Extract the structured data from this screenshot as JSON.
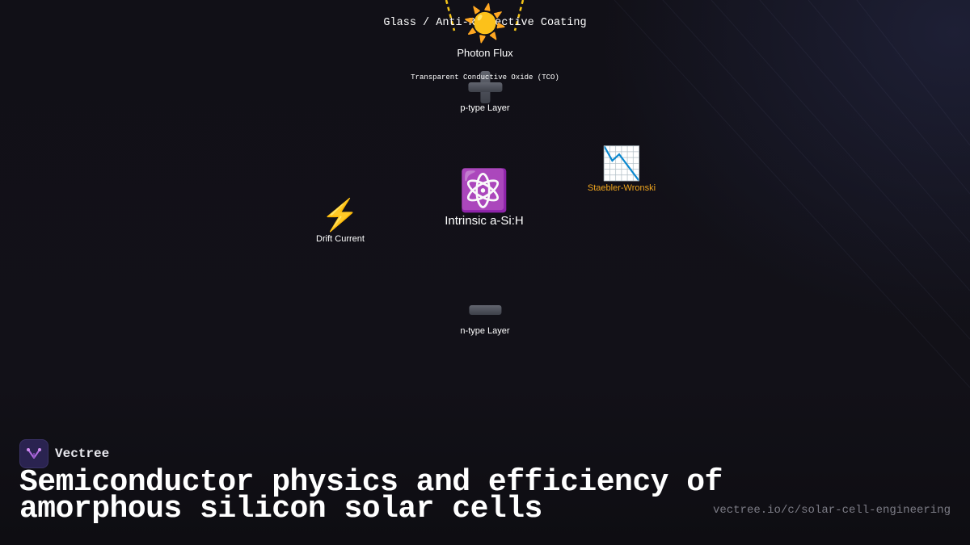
{
  "diagram": {
    "glass_label": "Glass / Anti-Reflective Coating",
    "tco_label": "Transparent Conductive Oxide (TCO)",
    "nodes": {
      "photon_flux": {
        "icon": "sun-icon",
        "label": "Photon Flux"
      },
      "p_layer": {
        "icon": "plus-icon",
        "label": "p-type Layer"
      },
      "intrinsic": {
        "icon": "atom-icon",
        "label": "Intrinsic a-Si:H"
      },
      "drift": {
        "icon": "lightning-icon",
        "label": "Drift Current"
      },
      "staebler": {
        "icon": "chart-decreasing-icon",
        "label": "Staebler-Wronski",
        "color": "#f0a51e"
      },
      "n_layer": {
        "icon": "minus-icon",
        "label": "n-type Layer"
      }
    },
    "ray_color": "#f5c518"
  },
  "footer": {
    "brand": "Vectree",
    "title": "Semiconductor physics and efficiency of amorphous silicon solar cells",
    "url": "vectree.io/c/solar-cell-engineering"
  }
}
